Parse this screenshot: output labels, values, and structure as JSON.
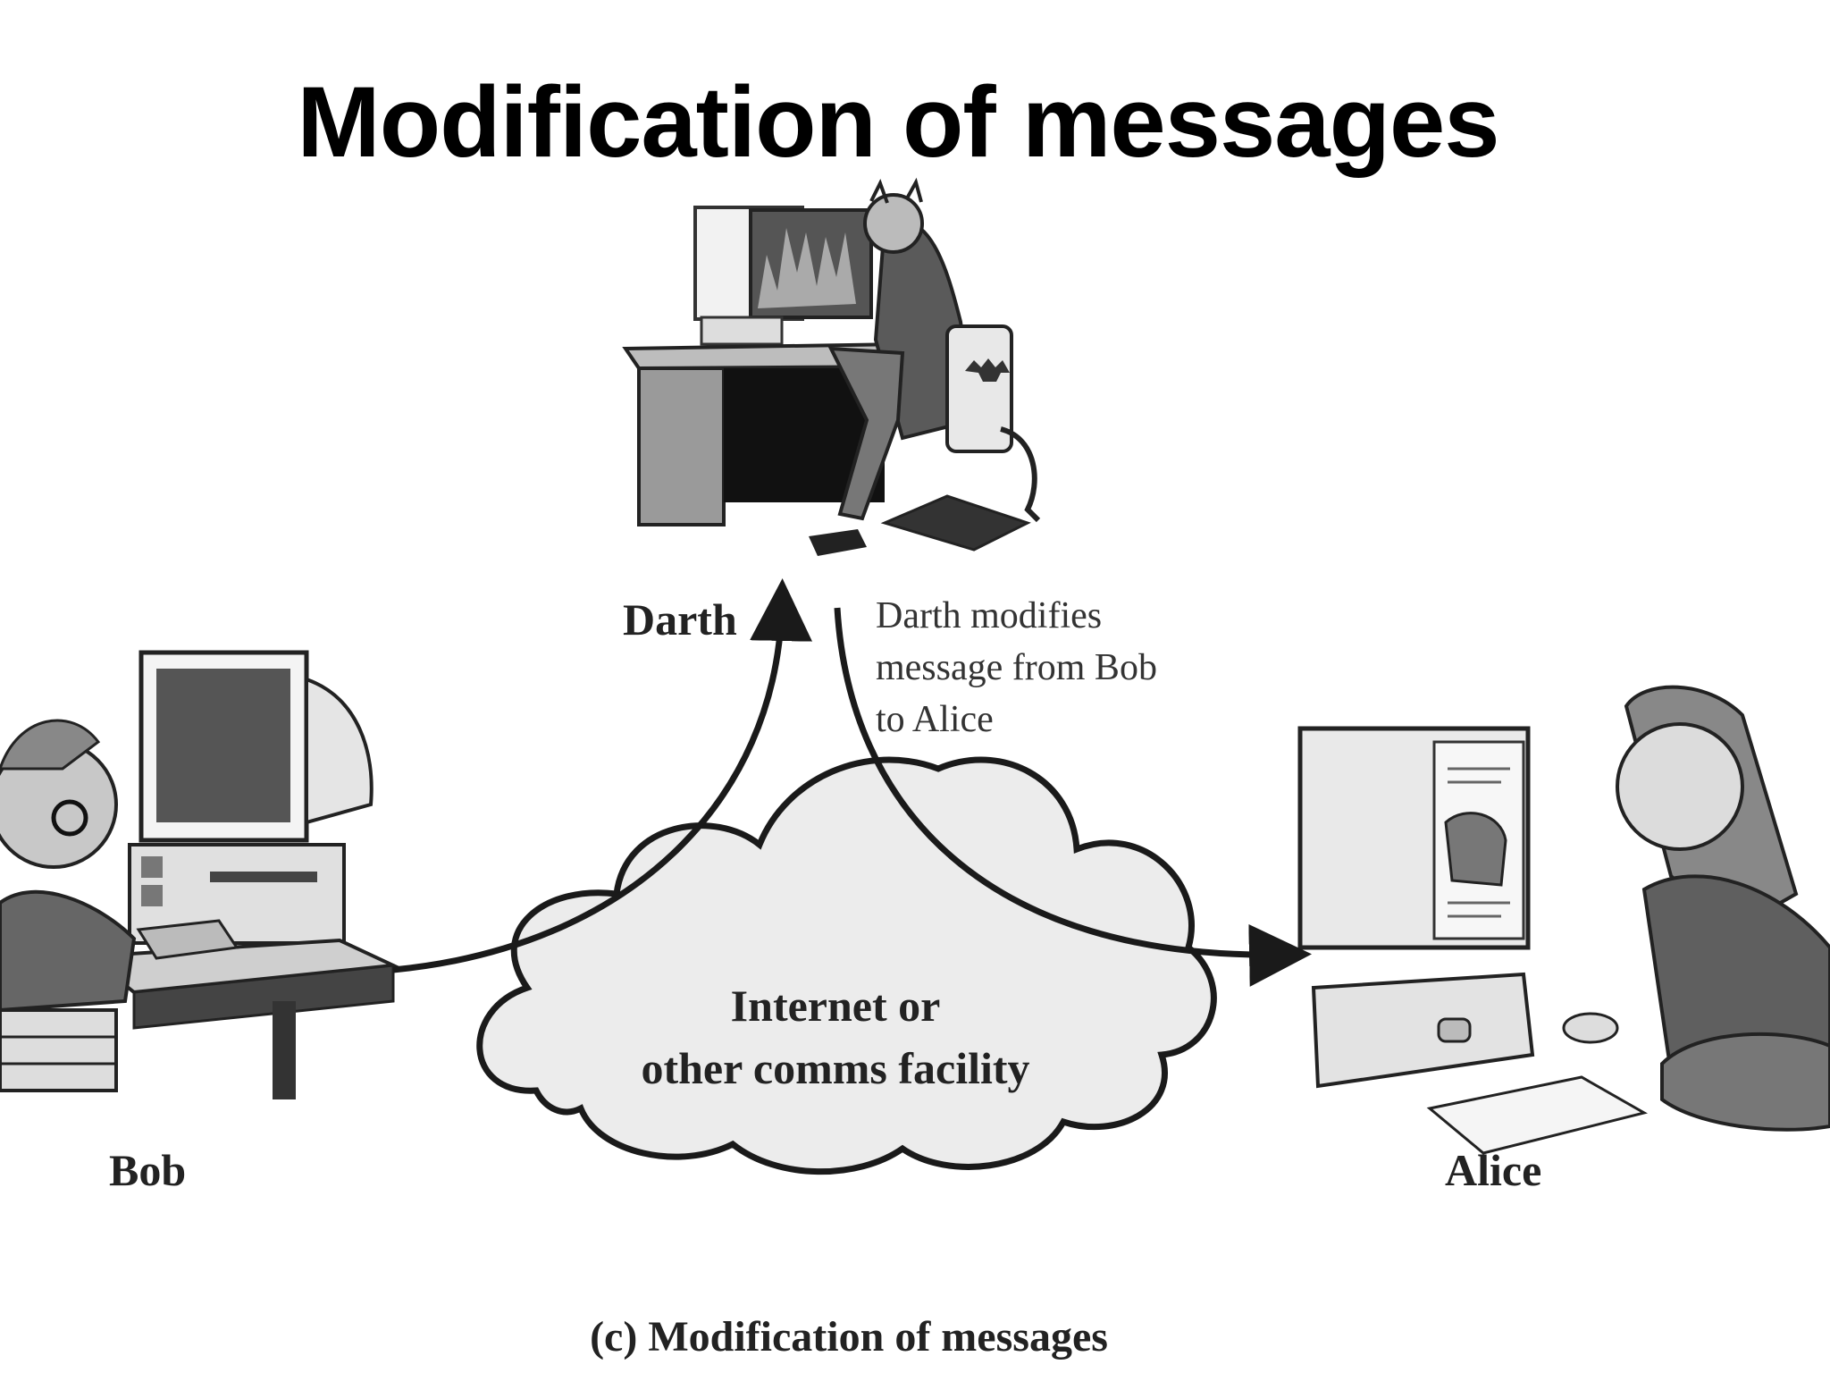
{
  "slide": {
    "title": "Modification of messages"
  },
  "diagram": {
    "cloud_label_line1": "Internet or",
    "cloud_label_line2": "other comms facility",
    "darth_label": "Darth",
    "bob_label": "Bob",
    "alice_label": "Alice",
    "note_line1": "Darth modifies",
    "note_line2": "message from Bob",
    "note_line3": "to Alice",
    "caption": "(c) Modification of messages"
  }
}
